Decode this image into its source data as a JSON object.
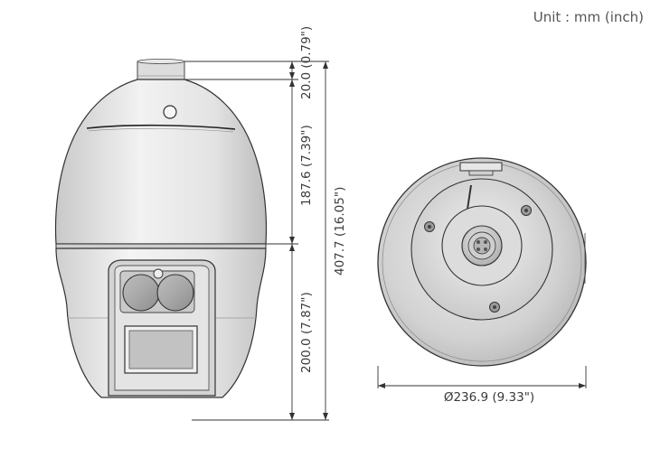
{
  "unit_label": "Unit : mm (inch)",
  "dimensions": {
    "top_mount": "20.0 (0.79\")",
    "dome_upper": "187.6 (7.39\")",
    "total_height": "407.7 (16.05\")",
    "lower_body": "200.0 (7.87\")",
    "diameter": "Ø236.9 (9.33\")"
  }
}
